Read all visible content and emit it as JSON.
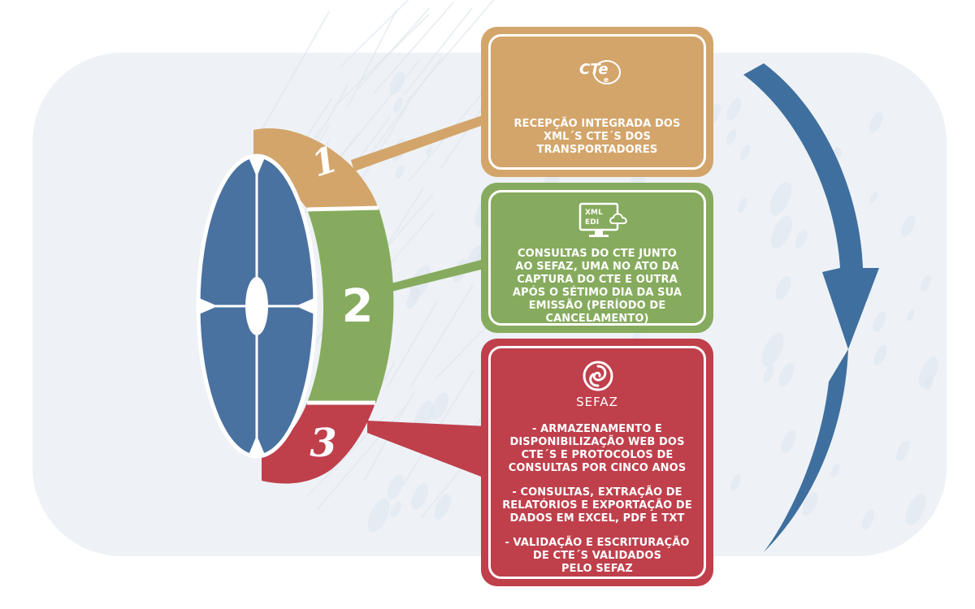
{
  "background": {
    "panel_color": "#eef2f6",
    "stroke_color": "#dfe6ee"
  },
  "wheel": {
    "center_color": "#4a72a0",
    "segments": [
      {
        "number": "1",
        "color": "#d3a56b"
      },
      {
        "number": "2",
        "color": "#86ab5e"
      },
      {
        "number": "3",
        "color": "#bf3f4b"
      }
    ]
  },
  "arrow": {
    "color": "#3f6f9e"
  },
  "cards": [
    {
      "icon": "cte-logo-icon",
      "color": "#d3a56b",
      "lines": [
        "RECEPÇÃO INTEGRADA DOS",
        "XML´S CTE´S DOS",
        "TRANSPORTADORES"
      ]
    },
    {
      "icon": "xml-edi-monitor-icon",
      "icon_text": [
        "XML",
        "EDI"
      ],
      "color": "#86ab5e",
      "lines": [
        "CONSULTAS DO  CTE JUNTO",
        "AO SEFAZ, UMA NO ATO DA",
        "CAPTURA DO CTE E OUTRA",
        "APÓS O SÉTIMO DIA DA SUA",
        "EMISSÃO  (PERÍODO DE",
        "CANCELAMENTO)"
      ]
    },
    {
      "icon": "sefaz-logo-icon",
      "icon_label": "SEFAZ",
      "color": "#bf3f4b",
      "paragraphs": [
        [
          "- ARMAZENAMENTO E",
          "DISPONIBILIZAÇÃO WEB DOS",
          "CTE´S E PROTOCOLOS DE",
          "CONSULTAS POR CINCO ANOS"
        ],
        [
          "- CONSULTAS, EXTRAÇÃO DE",
          "RELATÓRIOS E EXPORTAÇÃO DE",
          "DADOS EM EXCEL, PDF E TXT"
        ],
        [
          "- VALIDAÇÃO E ESCRITURAÇÃO",
          "DE CTE´S VALIDADOS",
          "PELO SEFAZ"
        ]
      ]
    }
  ]
}
